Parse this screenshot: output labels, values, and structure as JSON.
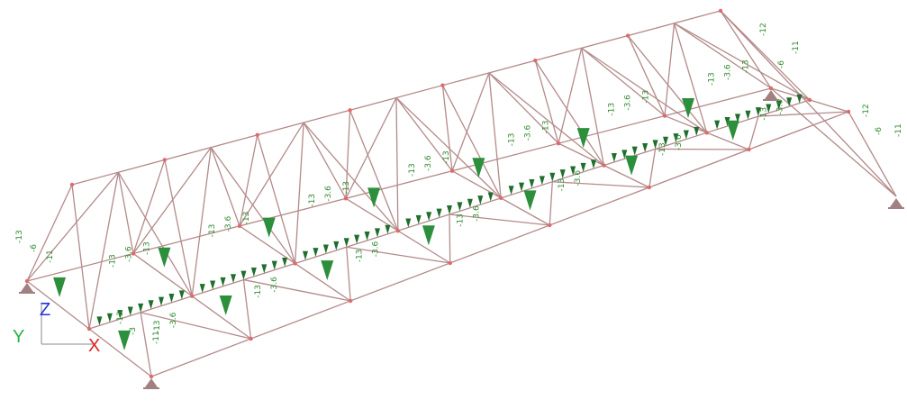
{
  "colors": {
    "member": "#b48a8a",
    "node": "#e06a6a",
    "load": "#2c8f3c",
    "load_dark": "#1f6e2c",
    "label": "#2e8b2e",
    "support": "#a08080",
    "axis_x": "#e02020",
    "axis_y": "#2ab04a",
    "axis_z": "#2030d8"
  },
  "axes": {
    "x_label": "X",
    "y_label": "Y",
    "z_label": "Z"
  },
  "load_labels": {
    "central": [
      "-13",
      "-3.6",
      "-13"
    ],
    "end_gable": [
      "-13",
      "-6",
      "-11"
    ],
    "end_small": "-3",
    "side_large": [
      "-13",
      "-3.6"
    ],
    "far_right": [
      "-12",
      "-6",
      "-11"
    ]
  },
  "structure": {
    "bays": 7,
    "icons": {
      "support": "pin-support-icon",
      "load_arrow": "load-arrow-icon"
    }
  }
}
